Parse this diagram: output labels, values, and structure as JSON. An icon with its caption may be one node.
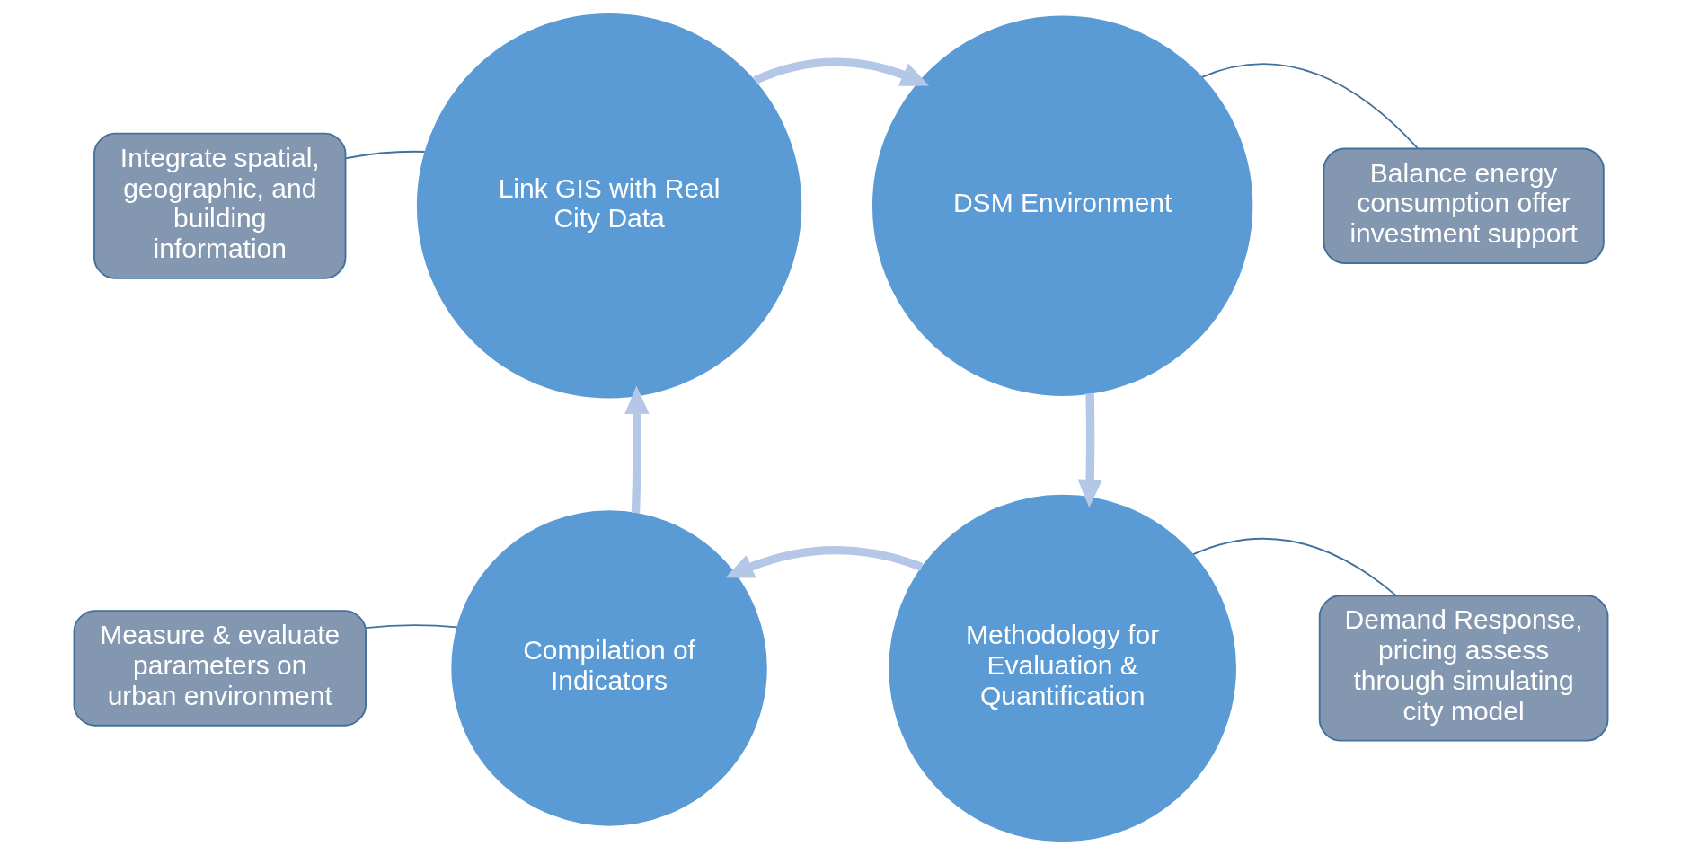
{
  "diagram": {
    "nodes": [
      {
        "text": [
          "Integrate spatial, geographic, and building information"
        ]
      },
      {
        "text": [
          "Balance energy consumption offer investment support"
        ]
      },
      {
        "text": [
          "Link GIS with Real City Data"
        ]
      },
      {
        "text": [
          "DSM Environment"
        ]
      },
      {
        "text": [
          "Compilation of Indicators"
        ]
      },
      {
        "text": [
          "Methodology for Evaluation & Quantification"
        ]
      },
      {
        "text": [
          "Measure & evaluate parameters on urban environment"
        ]
      },
      {
        "text": [
          "Demand Response, pricing assess through simulating city model"
        ]
      }
    ],
    "edges": [
      {
        "from": 2,
        "to": 3,
        "arrow": "to",
        "style": "thick",
        "color": "#b4c7e7"
      },
      {
        "from": 3,
        "to": 5,
        "arrow": "to",
        "style": "thick",
        "color": "#b4c7e7"
      },
      {
        "from": 5,
        "to": 4,
        "arrow": "to",
        "style": "thick",
        "color": "#b4c7e7"
      },
      {
        "from": 4,
        "to": 2,
        "arrow": "to",
        "style": "thick",
        "color": "#b4c7e7"
      },
      {
        "from": 0,
        "to": 2,
        "arrow": "none",
        "color": "#41719c"
      },
      {
        "from": 1,
        "to": 3,
        "arrow": "none",
        "color": "#41719c"
      },
      {
        "from": 6,
        "to": 4,
        "arrow": "none",
        "color": "#41719c"
      },
      {
        "from": 7,
        "to": 5,
        "arrow": "none",
        "color": "#41719c"
      }
    ]
  }
}
